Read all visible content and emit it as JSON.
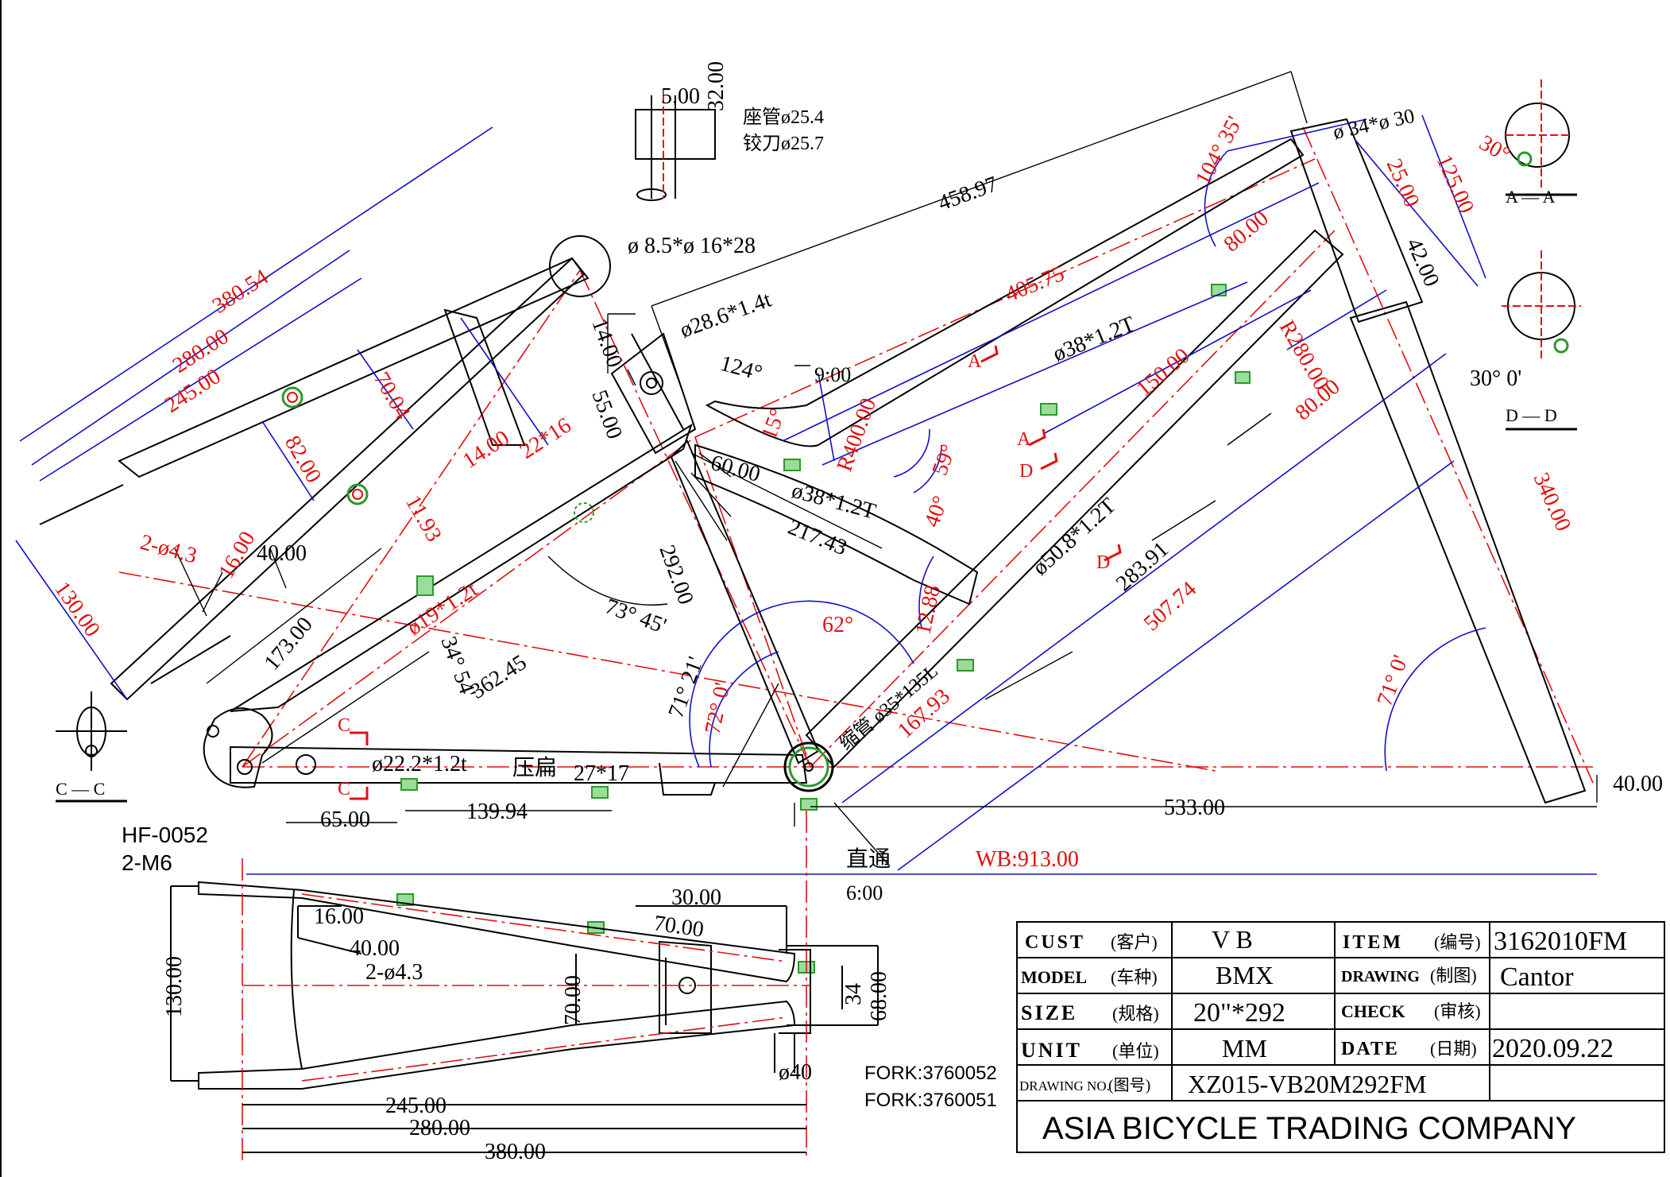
{
  "colors": {
    "frame": "#000000",
    "dimension_blue": "#1010c8",
    "center_red": "#e01010",
    "accent_green": "#2a9a2a"
  },
  "header_notes": {
    "seat_tube": "座管ø25.4",
    "ream": "铰刀ø25.7",
    "seat_detail_w": "5.00",
    "seat_detail_h": "32.00",
    "seat_bolt": "ø 8.5*ø 16*28",
    "top_clamp": "ø28.6*1.4t",
    "head_spec": "ø 34*ø 30",
    "clock_9": "9:00",
    "clock_6": "6:00",
    "straight": "直通"
  },
  "dims_red": {
    "d380_54": "380.54",
    "d280": "280.00",
    "d245": "245.00",
    "d70_04": "70.04",
    "d82": "82.00",
    "d14": "14.00",
    "d11_93": "11.93",
    "d2_4_3": "2-ø4.3",
    "d16": "16.00",
    "d130": "130.00",
    "d22_16": "22*16",
    "d19": "ø19*1.2t",
    "d405_75": "405.75",
    "d80_top": "80.00",
    "d150": "150.00",
    "dR280": "R280.00",
    "d80_b": "80.00",
    "dR400": "R400.00",
    "d15": "15°",
    "d59": "59°",
    "d40": "40°",
    "d12_88": "12.88",
    "d104": "104° 35'",
    "d62": "62°",
    "d72": "72° 0'",
    "d167_93": "167.93",
    "d507_74": "507.74",
    "d71": "71° 0'",
    "d30deg": "30°",
    "d340": "340.00",
    "d125": "125.00",
    "d25": "25.00",
    "dWB": "WB:913.00",
    "d_sect_a": "A",
    "d_sect_d": "D",
    "d_sect_c": "C"
  },
  "dims_black": {
    "d458_97": "458.97",
    "d14b": "14.00",
    "d55": "55.00",
    "d124": "124°",
    "d38_top": "ø38*1.2T",
    "d38_down": "ø38*1.2T",
    "d60": "60.00",
    "d217_43": "217.43",
    "d292": "292.00",
    "d73": "73° 45'",
    "d173": "173.00",
    "d362_45": "362.45",
    "d34_54": "34° 54'",
    "d71_21": "71° 21'",
    "d40_00": "40.00",
    "d22_2": "ø22.2*1.2t",
    "d_flat": "压扁",
    "d27_17": "27*17",
    "d65": "65.00",
    "d139_94": "139.94",
    "d533": "533.00",
    "d40r": "40.00",
    "d50_8": "ø50.8*1.2T",
    "d283_91": "283.91",
    "d42": "42.00",
    "d_shrink": "缩管 ø35*135L",
    "d30_0": "30° 0'",
    "sect_aa": "A — A",
    "sect_dd": "D — D",
    "sect_cc": "C — C",
    "b16": "16.00",
    "b40": "40.00",
    "b2_4_3": "2-ø4.3",
    "b130": "130.00",
    "b70": "70.00",
    "b30": "30.00",
    "b70t": "70.00",
    "b34": "34",
    "b68": "68.00",
    "b40d": "ø40",
    "b245": "245.00",
    "b280": "280.00",
    "b380": "380.00"
  },
  "part_notes": {
    "hf": "HF-0052",
    "m6": "2-M6",
    "fork1": "FORK:3760052",
    "fork2": "FORK:3760051"
  },
  "title_block": {
    "cust_label": "CUST",
    "cust_cn": "(客户)",
    "cust_value": "V B",
    "item_label": "ITEM",
    "item_cn": "(编号)",
    "item_value": "3162010FM",
    "model_label": "MODEL",
    "model_cn": "(车种)",
    "model_value": "BMX",
    "drawing_label": "DRAWING",
    "drawing_cn": "(制图)",
    "drawing_value": "Cantor",
    "size_label": "SIZE",
    "size_cn": "(规格)",
    "size_value": "20\"*292",
    "check_label": "CHECK",
    "check_cn": "(审核)",
    "check_value": "",
    "unit_label": "UNIT",
    "unit_cn": "(单位)",
    "unit_value": "MM",
    "date_label": "DATE",
    "date_cn": "(日期)",
    "date_value": "2020.09.22",
    "drawno_label": "DRAWING NO.",
    "drawno_cn": "(图号)",
    "drawno_value": "XZ015-VB20M292FM",
    "company": "ASIA BICYCLE TRADING COMPANY"
  }
}
